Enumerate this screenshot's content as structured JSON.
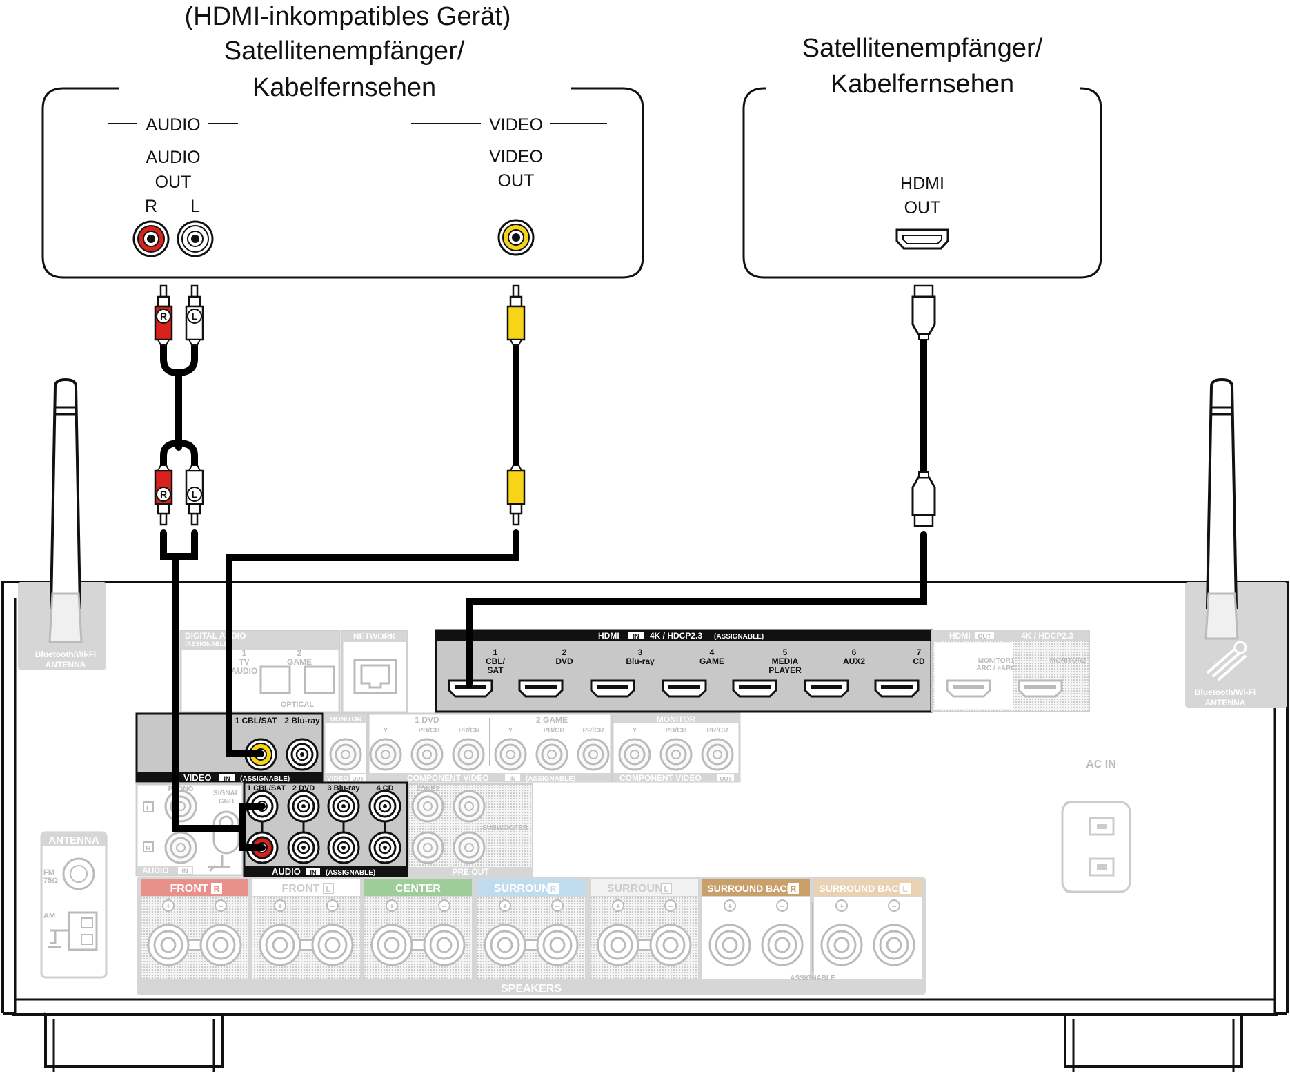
{
  "source_devices": {
    "left": {
      "title_line1": "(HDMI-inkompatibles Gerät)",
      "title_line2": "Satellitenempfänger/",
      "title_line3": "Kabelfernsehen",
      "audio_section": "AUDIO",
      "video_section": "VIDEO",
      "audio_out_1": "AUDIO",
      "audio_out_2": "OUT",
      "right_ch": "R",
      "left_ch": "L",
      "video_out_1": "VIDEO",
      "video_out_2": "OUT"
    },
    "right": {
      "title_line1": "Satellitenempfänger/",
      "title_line2": "Kabelfernsehen",
      "hdmi_out_1": "HDMI",
      "hdmi_out_2": "OUT"
    }
  },
  "plugs": {
    "r": "R",
    "l": "L"
  },
  "receiver": {
    "bt_left": [
      "Bluetooth/Wi-Fi",
      "ANTENNA"
    ],
    "bt_right": [
      "Bluetooth/Wi-Fi",
      "ANTENNA"
    ],
    "digital_audio": "DIGITAL AUDIO",
    "digital_assignable": "(ASSIGNABLE)",
    "optical_1": [
      "1",
      "TV",
      "AUDIO"
    ],
    "optical_2": [
      "2",
      "GAME"
    ],
    "optical": "OPTICAL",
    "network": "NETWORK",
    "hdmi_in_header": {
      "hdmi": "HDMI",
      "in": "IN",
      "spec": "4K / HDCP2.3",
      "assignable": "(ASSIGNABLE)"
    },
    "hdmi_inputs": [
      {
        "num": "1",
        "l1": "CBL/",
        "l2": "SAT"
      },
      {
        "num": "2",
        "l1": "DVD",
        "l2": ""
      },
      {
        "num": "3",
        "l1": "Blu-ray",
        "l2": ""
      },
      {
        "num": "4",
        "l1": "GAME",
        "l2": ""
      },
      {
        "num": "5",
        "l1": "MEDIA",
        "l2": "PLAYER"
      },
      {
        "num": "6",
        "l1": "AUX2",
        "l2": ""
      },
      {
        "num": "7",
        "l1": "CD",
        "l2": ""
      }
    ],
    "hdmi_out_header": {
      "hdmi": "HDMI",
      "out": "OUT",
      "spec": "4K / HDCP2.3"
    },
    "monitor1": [
      "MONITOR1",
      "ARC / eARC"
    ],
    "monitor2": "MONITOR2",
    "video_in": {
      "label_1": "1 CBL/SAT",
      "label_2": "2 Blu-ray",
      "footer_video": "VIDEO",
      "footer_in": "IN",
      "footer_assignable": "(ASSIGNABLE)"
    },
    "monitor_small": "MONITOR",
    "video_out": "VIDEO",
    "video_out_badge": "OUT",
    "component_in": {
      "dvd": "1 DVD",
      "game": "2 GAME",
      "y": "Y",
      "pb": "PB/CB",
      "pr": "PR/CR",
      "footer": "COMPONENT VIDEO",
      "footer_in": "IN",
      "footer_assignable": "(ASSIGNABLE)"
    },
    "component_out": {
      "monitor": "MONITOR",
      "footer": "COMPONENT VIDEO",
      "footer_out": "OUT"
    },
    "audio_in": {
      "labels": [
        "1 CBL/SAT",
        "2 DVD",
        "3 Blu-ray",
        "4 CD"
      ],
      "footer_audio": "AUDIO",
      "footer_in": "IN",
      "footer_assignable": "(ASSIGNABLE)"
    },
    "phono": "PHONO",
    "signal_gnd": [
      "SIGNAL",
      "GND"
    ],
    "phono_l": "L",
    "phono_r": "R",
    "audio_small": "AUDIO",
    "audio_small_in": "IN",
    "zone2": "ZONE2",
    "subwoofer": "SUBWOOFER",
    "pre_out": "PRE OUT",
    "ac_in": "AC IN",
    "antenna": "ANTENNA",
    "fm": [
      "FM",
      "75Ω"
    ],
    "am": "AM",
    "speakers": "SPEAKERS",
    "assignable_spk": "ASSIGNABLE",
    "speaker_groups": [
      {
        "name": "FRONT",
        "side": "R",
        "color": "#e8908a"
      },
      {
        "name": "FRONT",
        "side": "L",
        "color": "#ffffff"
      },
      {
        "name": "CENTER",
        "side": "",
        "color": "#9fcd9a"
      },
      {
        "name": "SURROUND",
        "side": "R",
        "color": "#bfdcee"
      },
      {
        "name": "SURROUND",
        "side": "L",
        "color": "#f2f2f2"
      },
      {
        "name": "SURROUND BACK",
        "side": "R",
        "color": "#c9a06a"
      },
      {
        "name": "SURROUND BACK",
        "side": "L",
        "color": "#e9d2b2"
      }
    ]
  },
  "colors": {
    "red_plug": "#d9221b",
    "yellow_plug": "#f7d418",
    "cable": "#000000",
    "panel_gray": "#c8c8c8"
  }
}
